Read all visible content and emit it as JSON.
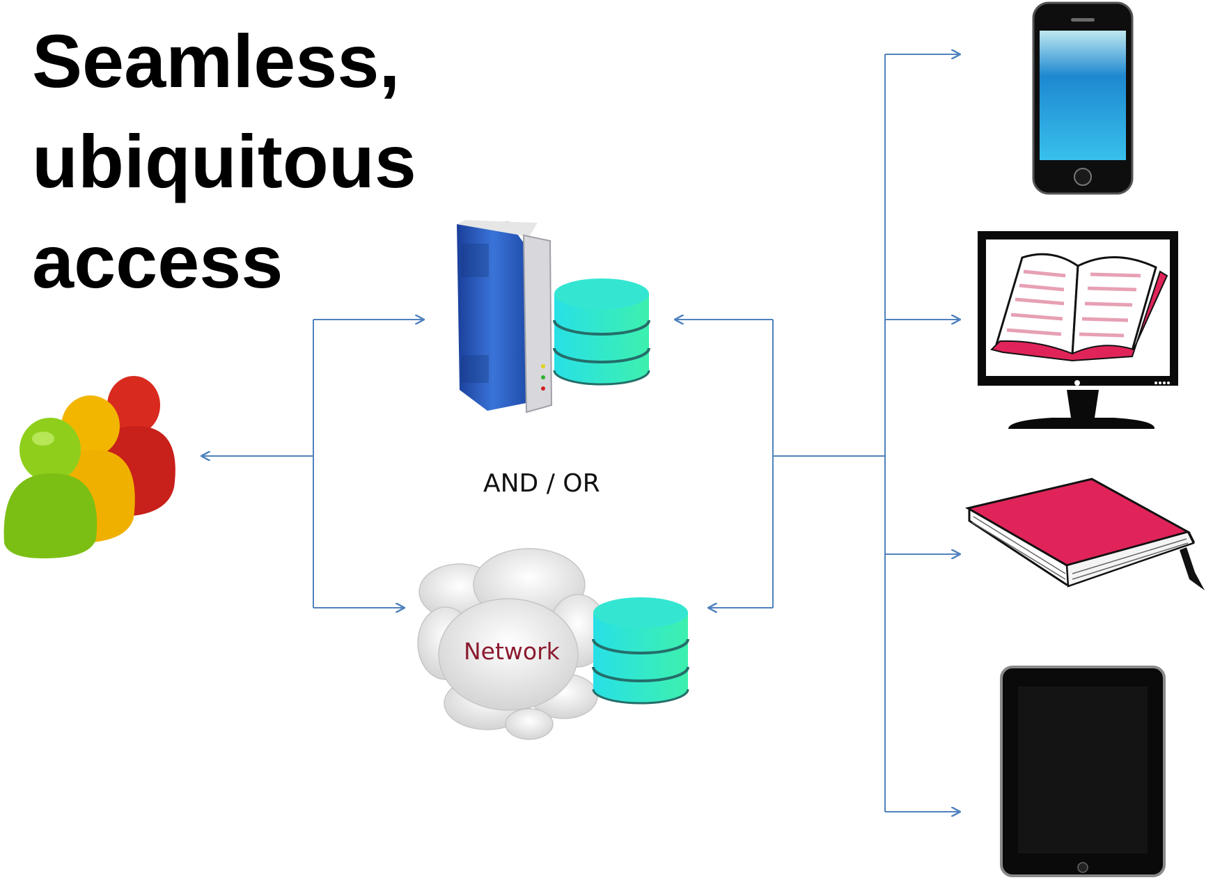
{
  "title": {
    "line1": "Seamless,",
    "line2": "ubiquitous",
    "line3": "access"
  },
  "center": {
    "connector_label": "AND / OR",
    "network_label": "Network"
  },
  "icons": {
    "users": "user-group-icon",
    "server": "server-tower-icon",
    "database": "database-icon",
    "cloud": "cloud-icon",
    "phone": "smartphone-icon",
    "monitor": "monitor-ebook-icon",
    "book": "printed-book-icon",
    "tablet": "tablet-icon"
  },
  "colors": {
    "arrow": "#4f81bd",
    "db_top": "#2ee8d8",
    "db_bottom": "#3cf0b8",
    "server_blue": "#2456b8",
    "book_red": "#e0245a",
    "network_text": "#8b1a2e"
  }
}
